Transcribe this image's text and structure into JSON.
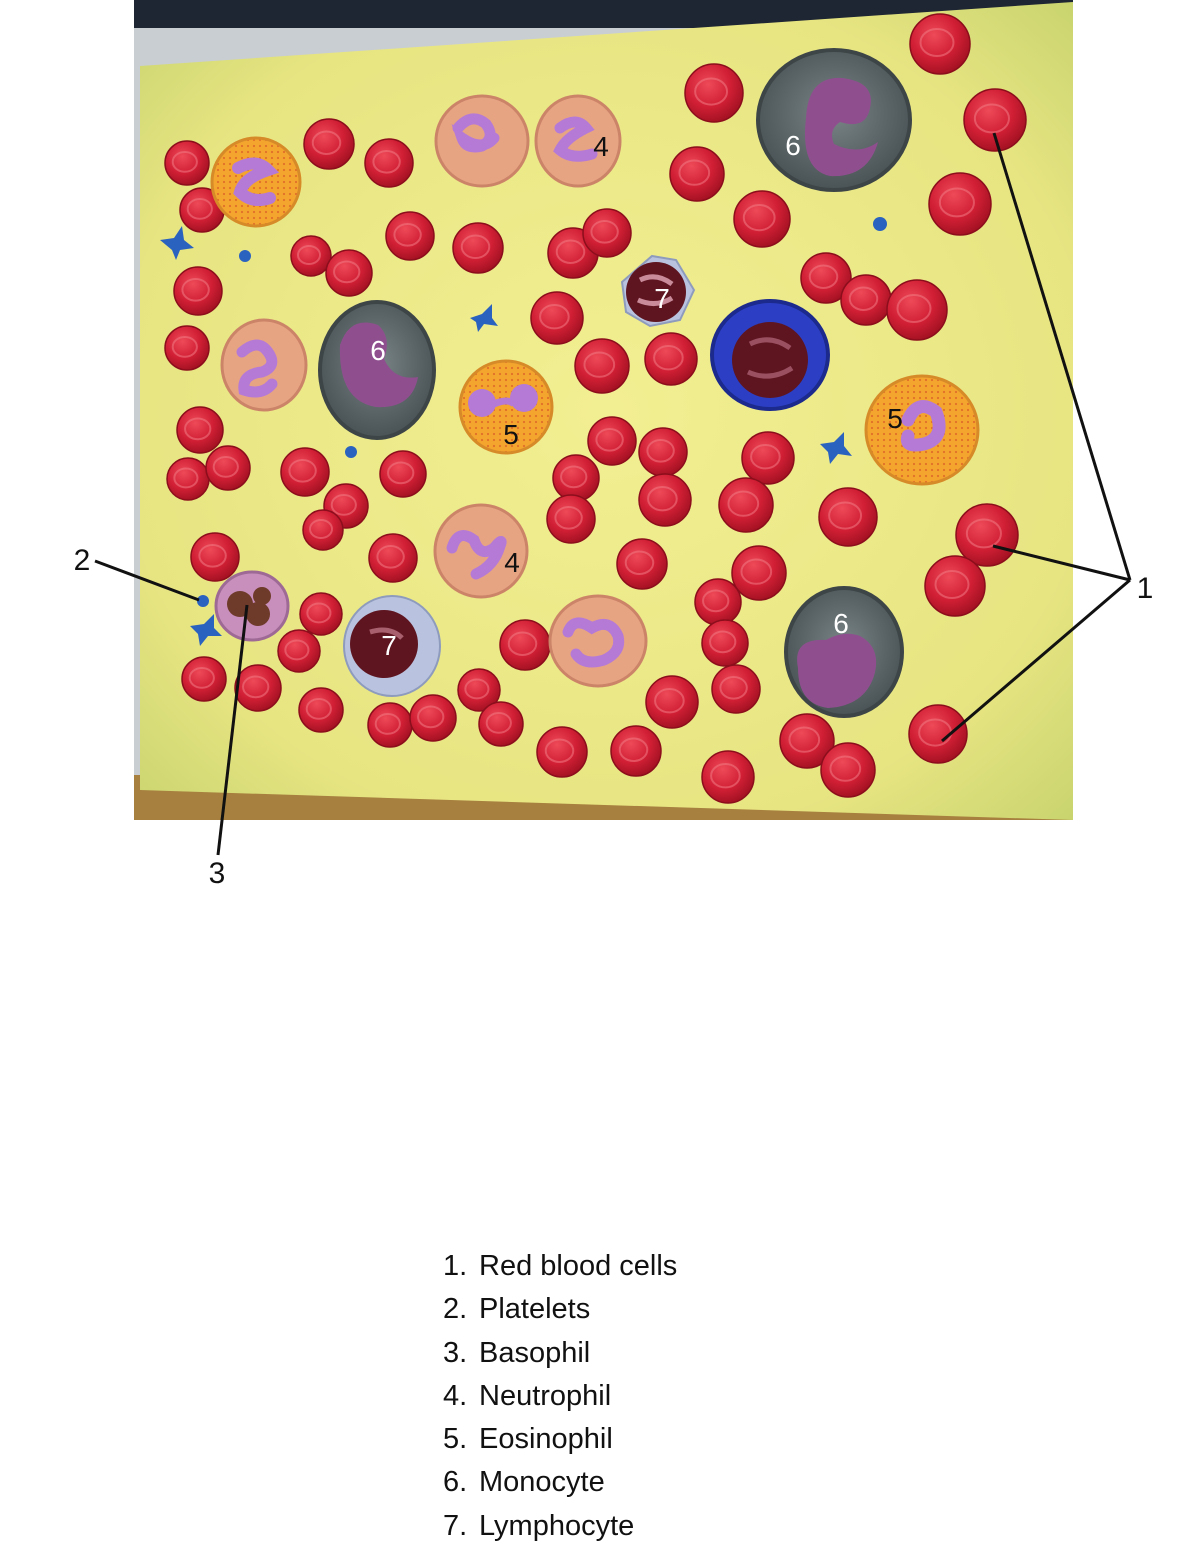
{
  "figure": {
    "cell_markers": [
      "6",
      "4",
      "7",
      "6",
      "5",
      "5",
      "4",
      "7",
      "6"
    ],
    "callouts": [
      "2",
      "1",
      "3"
    ],
    "colors": {
      "background_top": "#1e2533",
      "tray_rim": "#c9ced2",
      "board": "#ece98a",
      "board_green": "#b7c85a",
      "rbc": "#d11f35",
      "rbc_dark": "#9e1020",
      "rbc_light": "#ee4a58",
      "neutrophil": "#e7a483",
      "eosinophil": "#f3a52e",
      "monocyte": "#5a6466",
      "lymphocyte_dark": "#5e1520",
      "lymphocyte_halo": "#b9c3df",
      "large_lymph_blue": "#2c3fc4",
      "nucleus": "#b57ad6",
      "platelet": "#2a62c0",
      "basophil": "#c88fbc",
      "leader_line": "#111111"
    }
  },
  "legend": {
    "items": [
      {
        "num": "1.",
        "label": "Red blood cells"
      },
      {
        "num": "2.",
        "label": "Platelets"
      },
      {
        "num": "3.",
        "label": "Basophil"
      },
      {
        "num": "4.",
        "label": "Neutrophil"
      },
      {
        "num": "5.",
        "label": "Eosinophil"
      },
      {
        "num": "6.",
        "label": "Monocyte"
      },
      {
        "num": "7.",
        "label": "Lymphocyte"
      }
    ]
  }
}
